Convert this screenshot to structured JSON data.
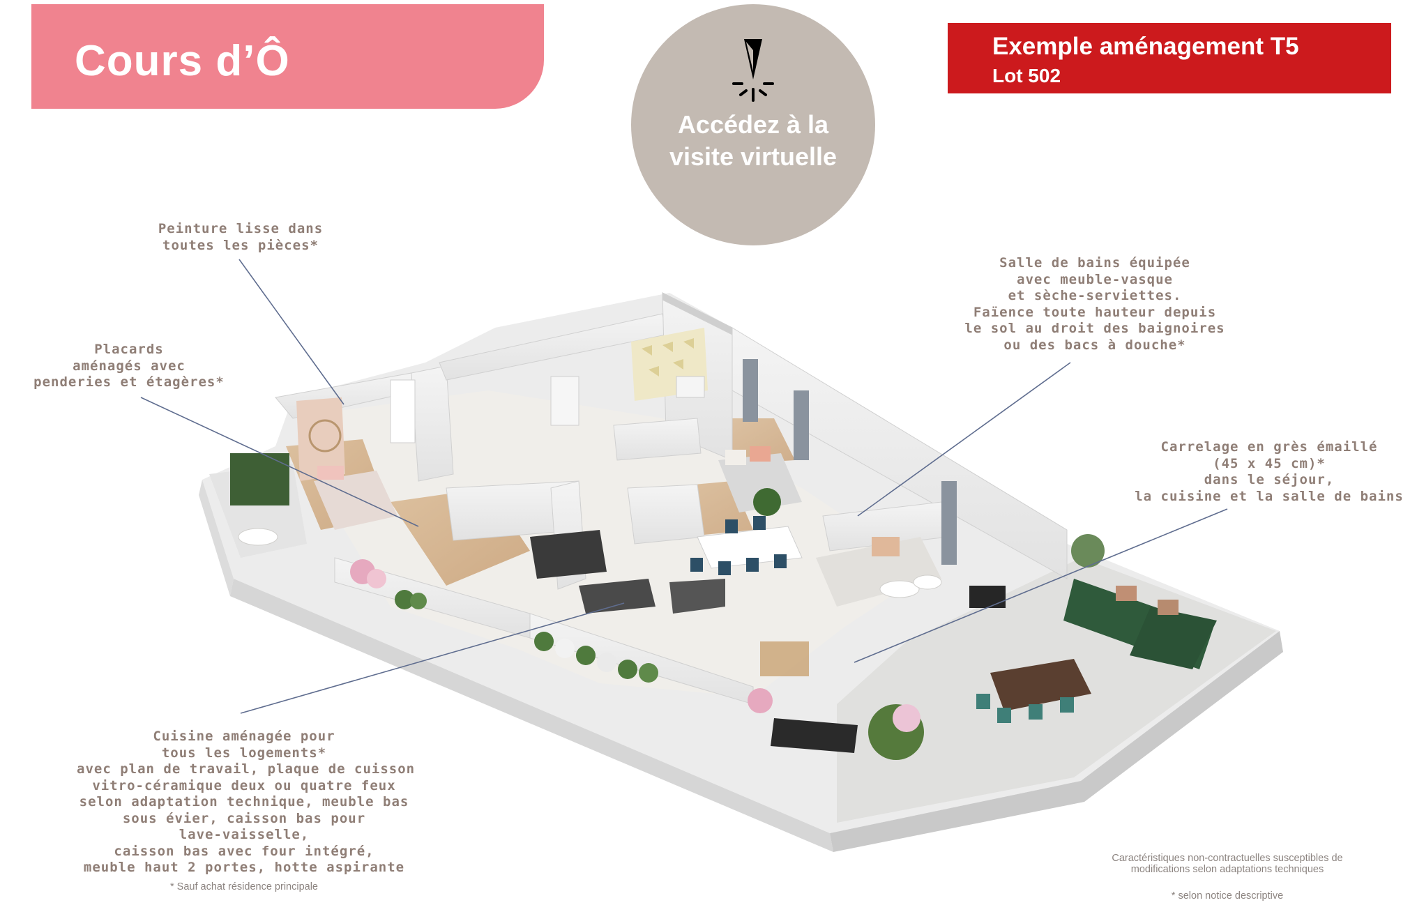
{
  "header": {
    "title": "Cours d’Ô"
  },
  "virtual_tour": {
    "line1": "Accédez à la",
    "line2": "visite virtuelle",
    "icon": "cursor-click-icon"
  },
  "lot": {
    "title": "Exemple aménagement T5",
    "subtitle": "Lot 502"
  },
  "annotations": {
    "peinture": [
      "Peinture lisse dans",
      "toutes les pièces*"
    ],
    "placards": [
      "Placards",
      "aménagés avec",
      "penderies et étagères*"
    ],
    "salle_de_bains": [
      "Salle de bains équipée",
      "avec meuble-vasque",
      "et sèche-serviettes.",
      "Faïence toute hauteur depuis",
      "le sol au droit des baignoires",
      "ou des bacs à douche*"
    ],
    "carrelage": [
      "Carrelage en grès émaillé",
      "(45 x 45 cm)*",
      "dans le séjour,",
      "la cuisine et la salle de bains"
    ],
    "cuisine": [
      "Cuisine aménagée pour",
      "tous les logements*",
      "avec plan de travail, plaque de cuisson",
      "vitro-céramique deux ou quatre feux",
      "selon adaptation technique, meuble bas",
      "sous évier, caisson bas pour",
      "lave-vaisselle,",
      "caisson bas avec four intégré,",
      "meuble haut 2 portes, hotte aspirante"
    ]
  },
  "footnotes": {
    "residence": "* Sauf achat résidence principale",
    "disclaimer_line1": "Caractéristiques non-contractuelles susceptibles de",
    "disclaimer_line2": "modifications selon adaptations techniques",
    "notice": "* selon notice descriptive"
  },
  "colors": {
    "title_banner": "#f0838f",
    "lot_badge": "#cc1a1d",
    "virtual_circle": "#c3bab2",
    "annotation_text": "#8f7e76",
    "leader_line": "#5f6d8f"
  }
}
